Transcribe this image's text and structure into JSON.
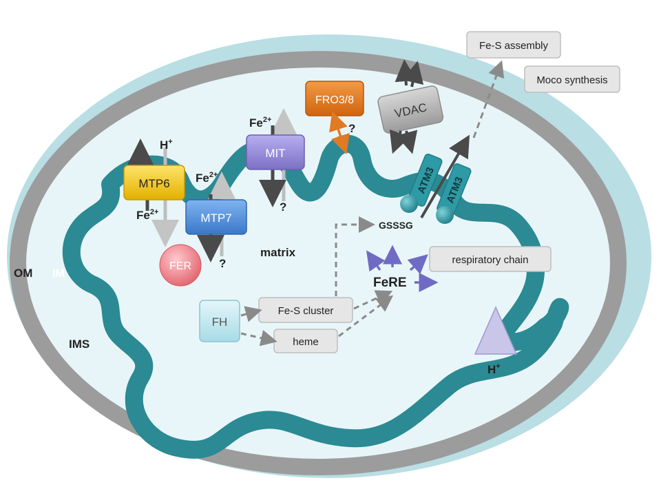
{
  "labels": {
    "om": "OM",
    "im": "IM",
    "ims": "IMS",
    "matrix": "matrix",
    "hplus_bottom": "H",
    "gssg": "GSSSG",
    "fere": "FeRE"
  },
  "proteins": {
    "mtp6": "MTP6",
    "mtp7": "MTP7",
    "mit": "MIT",
    "fro": "FRO3/8",
    "vdac": "VDAC",
    "atm3_a": "ATM3",
    "atm3_b": "ATM3",
    "fer": "FER",
    "fh": "FH"
  },
  "ions": {
    "mtp6_top_h": "H",
    "mtp6_bottom_fe": "Fe",
    "mtp7_top_fe": "Fe",
    "mit_top_fe": "Fe",
    "plus": "+",
    "two_plus": "2+"
  },
  "question_marks": {
    "mtp7": "?",
    "mit": "?",
    "fro": "?"
  },
  "boxes": {
    "fes_assembly": "Fe-S assembly",
    "moco": "Moco synthesis",
    "resp_chain": "respiratory chain",
    "fes_cluster": "Fe-S cluster",
    "heme": "heme"
  },
  "colors": {
    "ims_fill": "#b8dde3",
    "om_gray": "#9a9a9a",
    "im_teal": "#2b8a93",
    "matrix_fill": "#e6f4f7",
    "mtp6": "#f2c200",
    "mtp7": "#4f8fd8",
    "mit": "#9a8fd6",
    "fro": "#e0741a",
    "vdac": "#a9a9a9",
    "atm3": "#2e9aa5",
    "fer": "#ef7b83",
    "fh": "#bfe6ef",
    "arrow_purple": "#6f6bc4",
    "arrow_orange": "#e07a23",
    "arrow_dark": "#444444",
    "arrow_light": "#bdbdbd"
  }
}
